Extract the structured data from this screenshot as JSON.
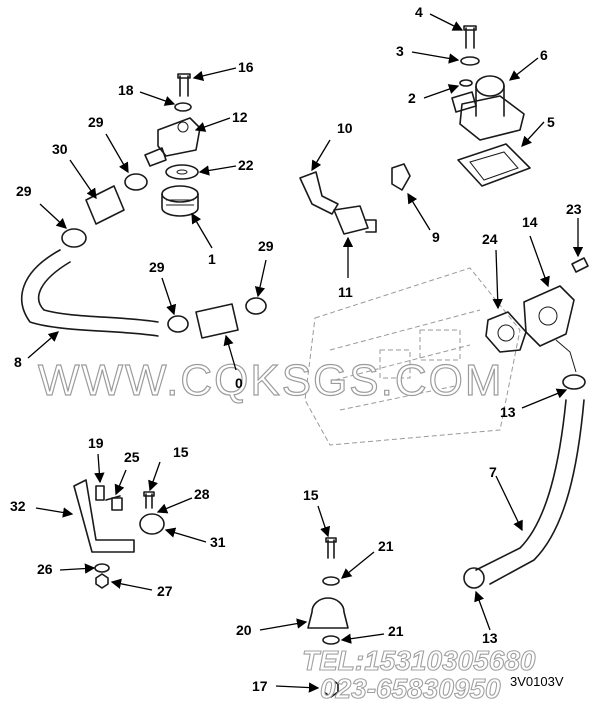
{
  "callouts": [
    "1",
    "2",
    "3",
    "4",
    "5",
    "6",
    "7",
    "8",
    "9",
    "10",
    "11",
    "12",
    "13",
    "13",
    "14",
    "15",
    "15",
    "16",
    "17",
    "18",
    "19",
    "20",
    "21",
    "21",
    "22",
    "23",
    "24",
    "25",
    "26",
    "27",
    "28",
    "29",
    "29",
    "29",
    "29",
    "30",
    "31",
    "32",
    "0"
  ],
  "watermark": "WWW.CQKSGS.COM",
  "contact": {
    "tel": "TEL:15310305680",
    "phone": "023-65830950"
  },
  "figure_code": "3V0103V"
}
